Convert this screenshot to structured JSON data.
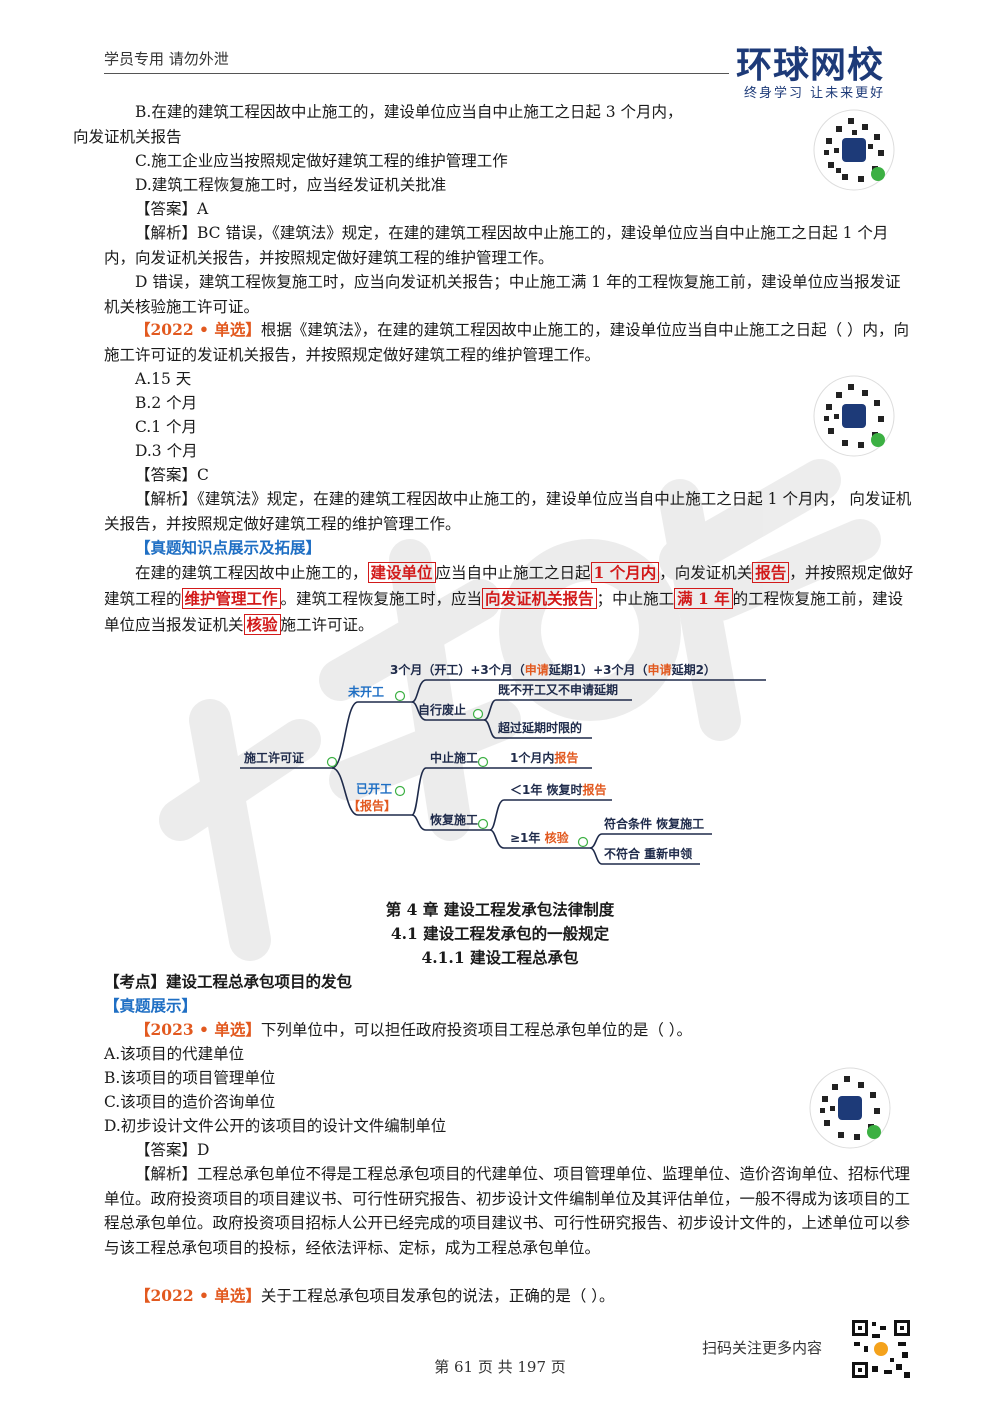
{
  "header": {
    "note": "学员专用 请勿外泄",
    "logo": "环球网校",
    "slogan": "终身学习 让未来更好"
  },
  "body": {
    "p1": "B.在建的建筑工程因故中止施工的，建设单位应当自中止施工之日起 3 个月内，",
    "p1b": "向发证机关报告",
    "p2": "C.施工企业应当按照规定做好建筑工程的维护管理工作",
    "p3": "D.建筑工程恢复施工时，应当经发证机关批准",
    "p4": "【答案】A",
    "p5": "【解析】BC 错误，《建筑法》规定，在建的建筑工程因故中止施工的，建设单位应当自中止施工之日起 1 个月内，向发证机关报告，并按照规定做好建筑工程的维护管理工作。",
    "p6": "D 错误，建筑工程恢复施工时，应当向发证机关报告；中止施工满 1 年的工程恢复施工前，建设单位应当报发证机关核验施工许可证。",
    "q2_tag": "【2022 • 单选】",
    "q2_text": "根据《建筑法》，在建的建筑工程因故中止施工的，建设单位应当自中止施工之日起（ ）内，向施工许可证的发证机关报告，并按照规定做好建筑工程的维护管理工作。",
    "q2_a": "A.15 天",
    "q2_b": "B.2 个月",
    "q2_c": "C.1 个月",
    "q2_d": "D.3 个月",
    "q2_ans": "【答案】C",
    "q2_exp": "【解析】《建筑法》规定，在建的建筑工程因故中止施工的，建设单位应当自中止施工之日起 1 个月内， 向发证机关报告，并按照规定做好建筑工程的维护管理工作。",
    "kp_title": "【真题知识点展示及拓展】",
    "kp_1": "在建的建筑工程因故中止施工的，",
    "kp_h1": "建设单位",
    "kp_2": "应当自中止施工之日起",
    "kp_h2": "1 个月内",
    "kp_3": "，向发证机关",
    "kp_h3": "报告",
    "kp_4": "，并按照规定做好建筑工程的",
    "kp_h4": "维护管理工作",
    "kp_5": "。建筑工程恢复施工时，应当",
    "kp_h5": "向发证机关报告",
    "kp_6": "；中止施工",
    "kp_h6": "满 1 年",
    "kp_7": "的工程恢复施工前，建设单位应当报发证机关",
    "kp_h7": "核验",
    "kp_8": "施工许可证。"
  },
  "mindmap": {
    "root": "施工许可证",
    "b1": "未开工",
    "b1_top_a": "3个月（开工）+3个月（",
    "b1_top_b": "申请",
    "b1_top_c": "延期1）+3个月（",
    "b1_top_d": "申请",
    "b1_top_e": "延期2）",
    "b1_sub": "自行废止",
    "b1_sub1": "既不开工又不申请延期",
    "b1_sub2": "超过延期时限的",
    "b2": "已开工",
    "b2_note": "【报告】",
    "b2_sub1": "中止施工",
    "b2_sub1_val_a": "1个月内",
    "b2_sub1_val_b": "报告",
    "b2_sub2": "恢复施工",
    "b2_s2a_a": "＜1年 恢复时",
    "b2_s2a_b": "报告",
    "b2_s2b_a": "≥1年 ",
    "b2_s2b_b": "核验",
    "b2_s2b_1": "符合条件 恢复施工",
    "b2_s2b_2": "不符合 重新申领"
  },
  "chapter": {
    "title": "第 4 章 建设工程发承包法律制度",
    "sec": "4.1 建设工程发承包的一般规定",
    "subsec": "4.1.1 建设工程总承包",
    "kaodian": "【考点】建设工程总承包项目的发包",
    "zhenti": "【真题展示】"
  },
  "q3": {
    "tag": "【2023 • 单选】",
    "text": "下列单位中，可以担任政府投资项目工程总承包单位的是（ ）。",
    "a": "A.该项目的代建单位",
    "b": "B.该项目的项目管理单位",
    "c": "C.该项目的造价咨询单位",
    "d": "D.初步设计文件公开的该项目的设计文件编制单位",
    "ans": "【答案】D",
    "exp": "【解析】工程总承包单位不得是工程总承包项目的代建单位、项目管理单位、监理单位、造价咨询单位、招标代理单位。政府投资项目的项目建议书、可行性研究报告、初步设计文件编制单位及其评估单位，一般不得成为该项目的工程总承包单位。政府投资项目招标人公开已经完成的项目建议书、可行性研究报告、初步设计文件的，上述单位可以参与该工程总承包项目的投标，经依法评标、定标，成为工程总承包单位。"
  },
  "q4": {
    "tag": "【2022 • 单选】",
    "text": "关于工程总承包项目发承包的说法，正确的是（ ）。"
  },
  "footer": {
    "scan": "扫码关注更多内容",
    "page": "第 61 页 共 197 页"
  },
  "colors": {
    "blue": "#1f6fc4",
    "orange": "#e2591f",
    "red": "#d21a1a",
    "brand": "#1d3a78"
  }
}
